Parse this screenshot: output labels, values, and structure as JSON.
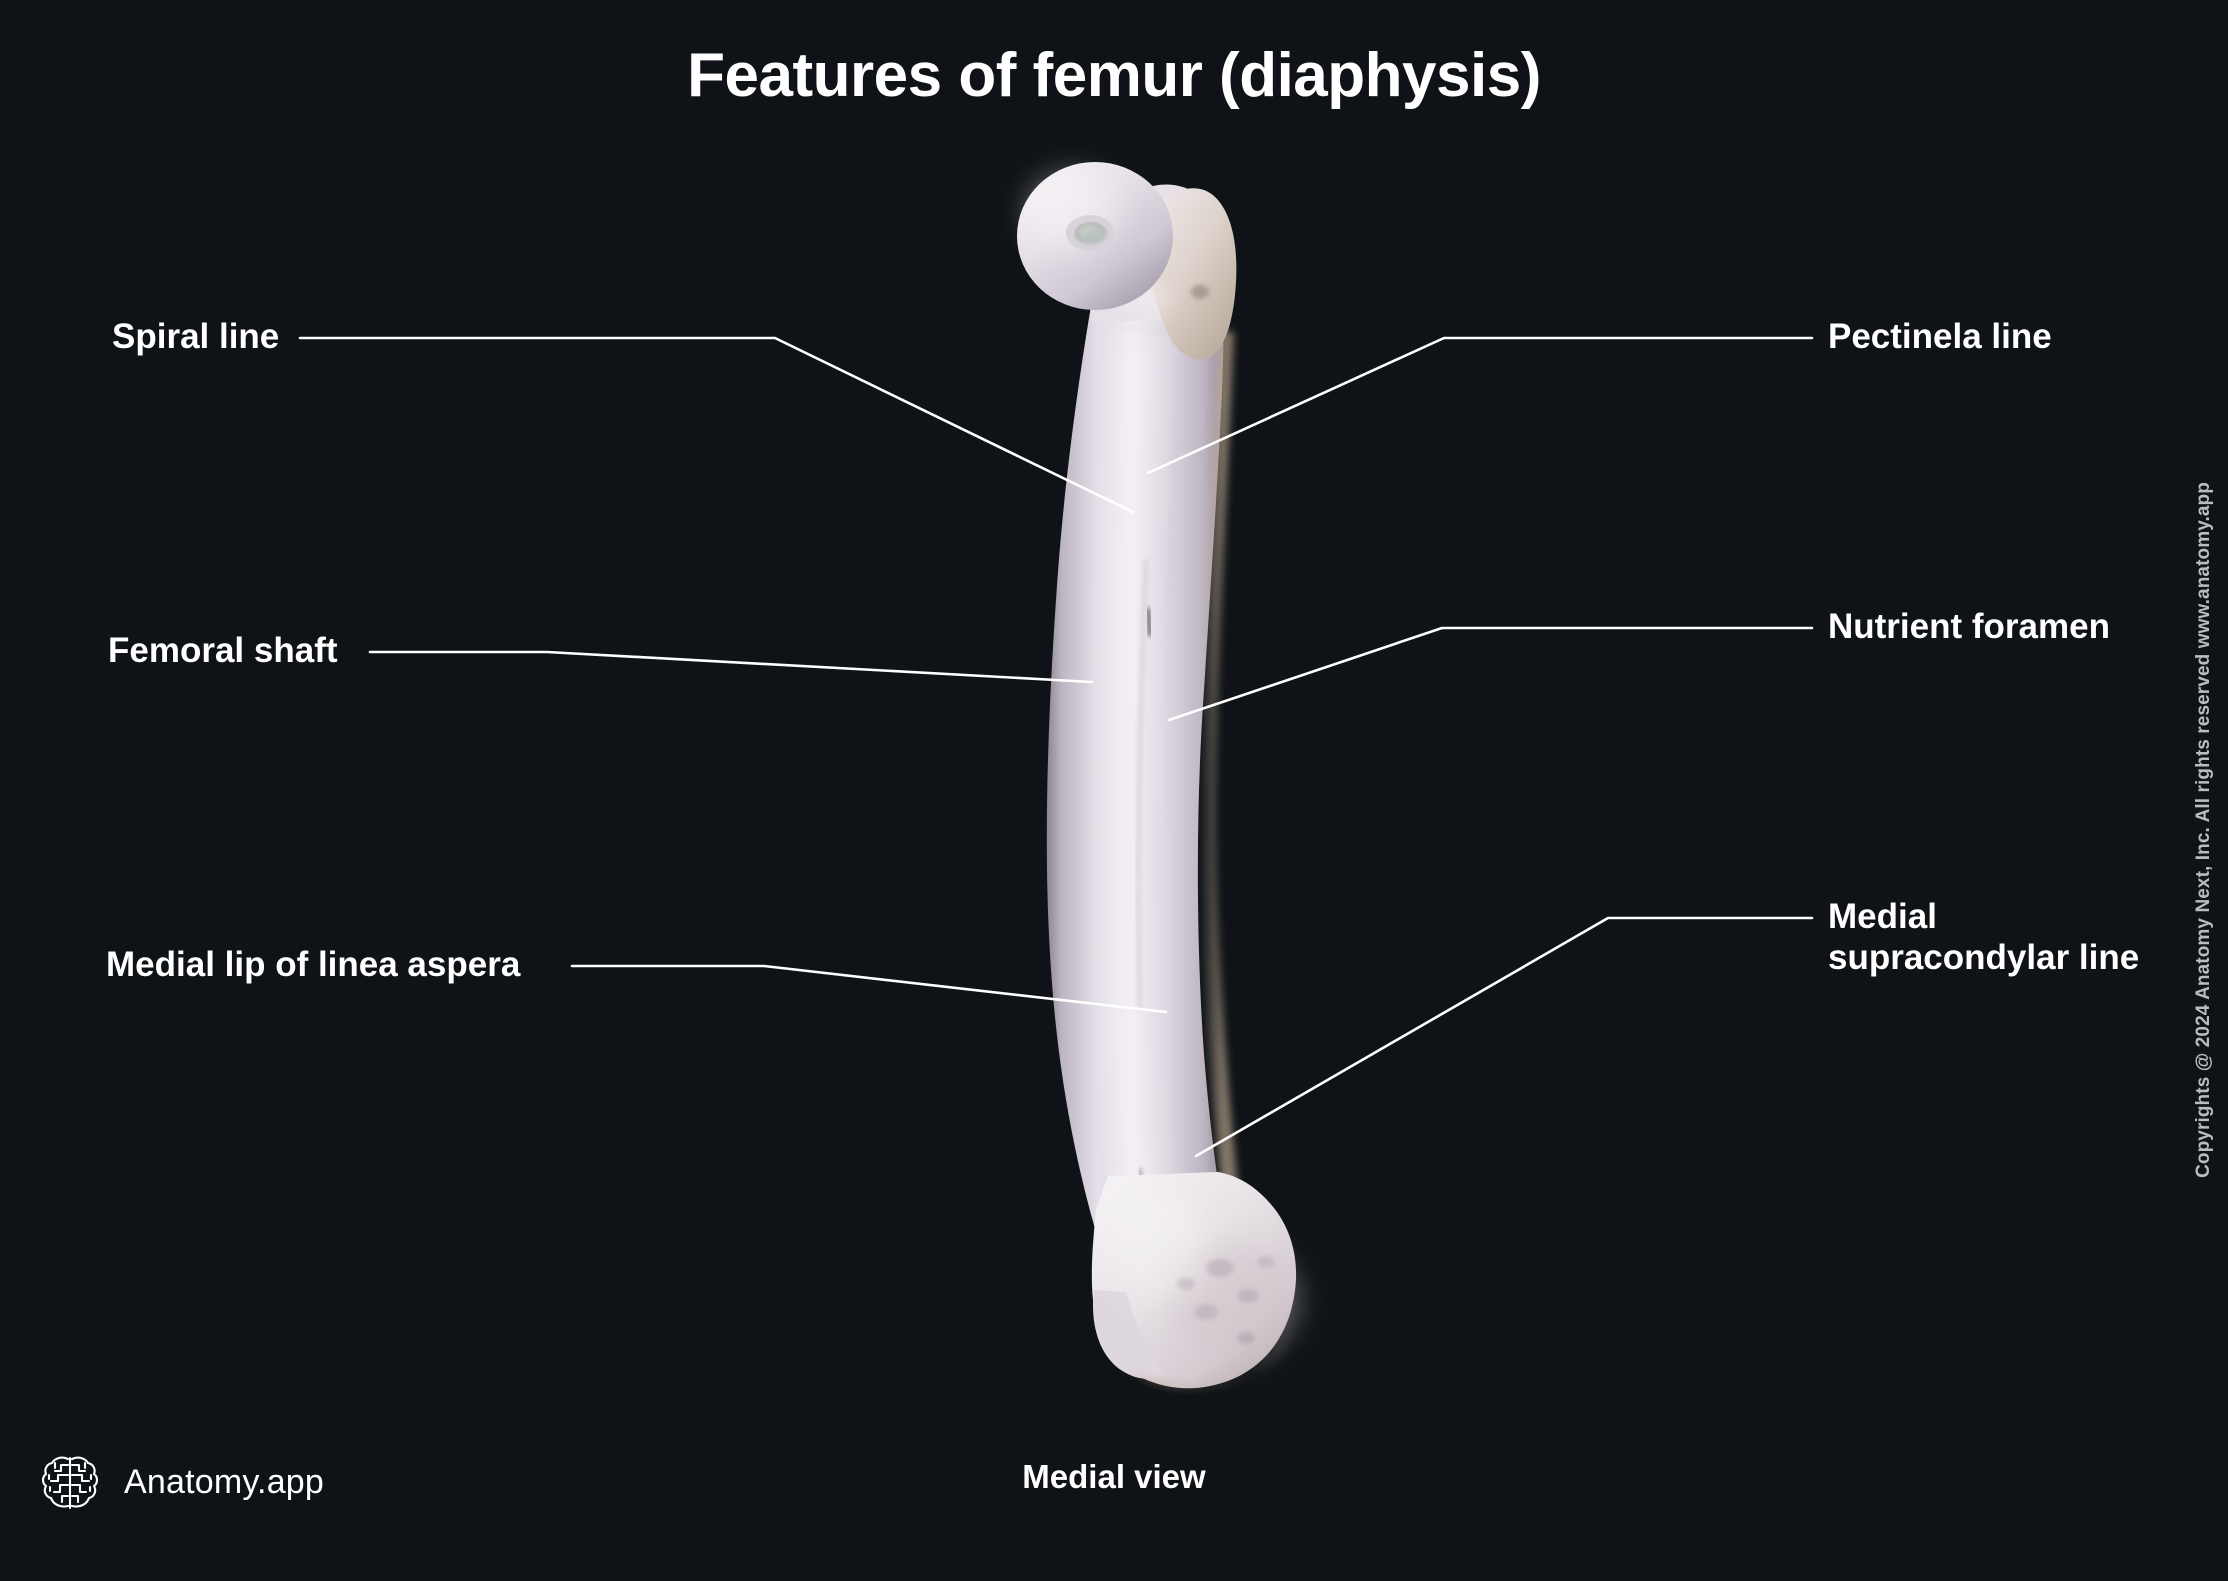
{
  "page": {
    "title": "Features of femur (diaphysis)",
    "caption": "Medial view",
    "background_color": "#0f1317",
    "label_color": "#ffffff",
    "leader_color": "#ffffff"
  },
  "brand": {
    "name": "Anatomy.app",
    "logo_icon": "brain-icon"
  },
  "copyright": {
    "text": "Copyrights @ 2024 Anatomy Next, Inc. All rights reserved www.anatomy.app"
  },
  "labels": {
    "left": [
      {
        "id": "spiral-line",
        "text": "Spiral line"
      },
      {
        "id": "femoral-shaft",
        "text": "Femoral shaft"
      },
      {
        "id": "medial-lip-of-linea-aspera",
        "text": "Medial lip of linea aspera"
      }
    ],
    "right": [
      {
        "id": "pectinela-line",
        "text": "Pectinela line"
      },
      {
        "id": "nutrient-foramen",
        "text": "Nutrient foramen"
      },
      {
        "id": "medial-supracondylar-line",
        "text": "Medial\nsupracondylar line"
      }
    ]
  },
  "specimen": {
    "name": "femur",
    "view": "medial",
    "bone_color_light": "#e8e4ea",
    "bone_color_mid": "#cfc9d4",
    "bone_color_shadow": "#a79fae",
    "bone_color_warm": "#c9b9a8"
  }
}
